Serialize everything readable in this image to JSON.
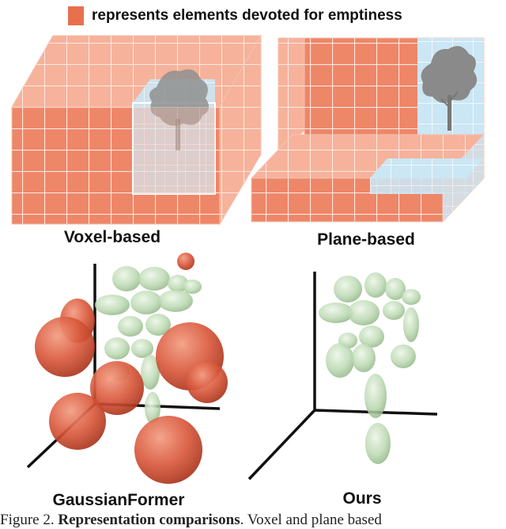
{
  "legend": {
    "text": "represents elements devoted for emptiness",
    "swatch_color": "#e8704f"
  },
  "panels": {
    "voxel": {
      "label": "Voxel-based"
    },
    "plane": {
      "label": "Plane-based"
    },
    "gaussianformer": {
      "label": "GaussianFormer"
    },
    "ours": {
      "label": "Ours"
    }
  },
  "caption": {
    "prefix": "Figure 2. ",
    "title": "Representation comparisons",
    "rest": ". Voxel and plane based"
  },
  "colors": {
    "empty_red": "#e8704f",
    "empty_red_dark": "#c94a2c",
    "grid_line": "#fbe0d6",
    "occupied_blue": "#bfe0f0",
    "gaussian_green": "#bcd9b2",
    "gaussian_red": "#d9573a",
    "axis": "#111111",
    "tree": "#8a8a8a"
  }
}
